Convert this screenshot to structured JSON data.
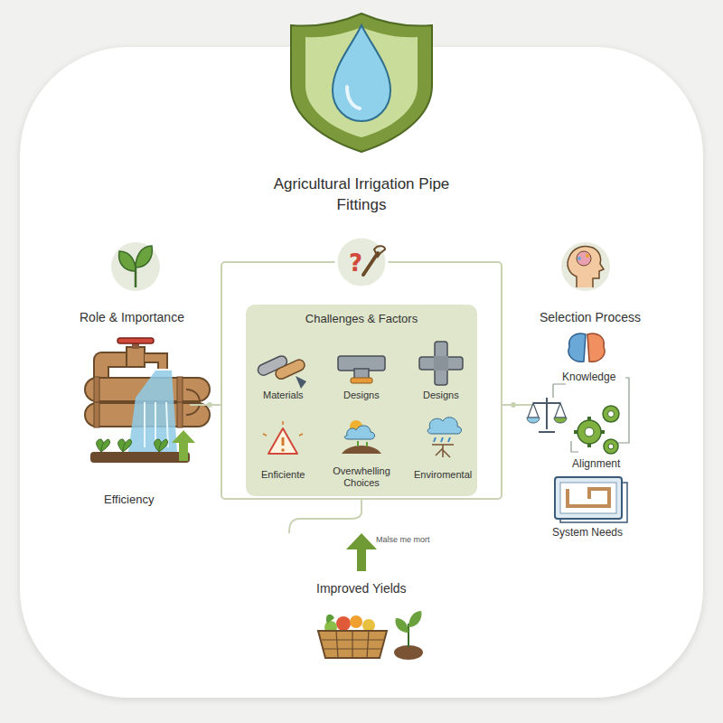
{
  "diagram": {
    "title": "Agricultural Irrigation Pipe Fittings",
    "nodes": [
      {
        "text": [
          "Challenges & Factors"
        ]
      }
    ],
    "labels": [
      "Role & Importance",
      "Efficiency",
      "Selection Process",
      "Knowledge",
      "Alignment",
      "System Needs",
      "Materials",
      "Designs",
      "Designs",
      "Enficiente",
      "Overwhelling Choices",
      "Enviromental",
      "Malse me mort",
      "Improved Yields"
    ]
  }
}
